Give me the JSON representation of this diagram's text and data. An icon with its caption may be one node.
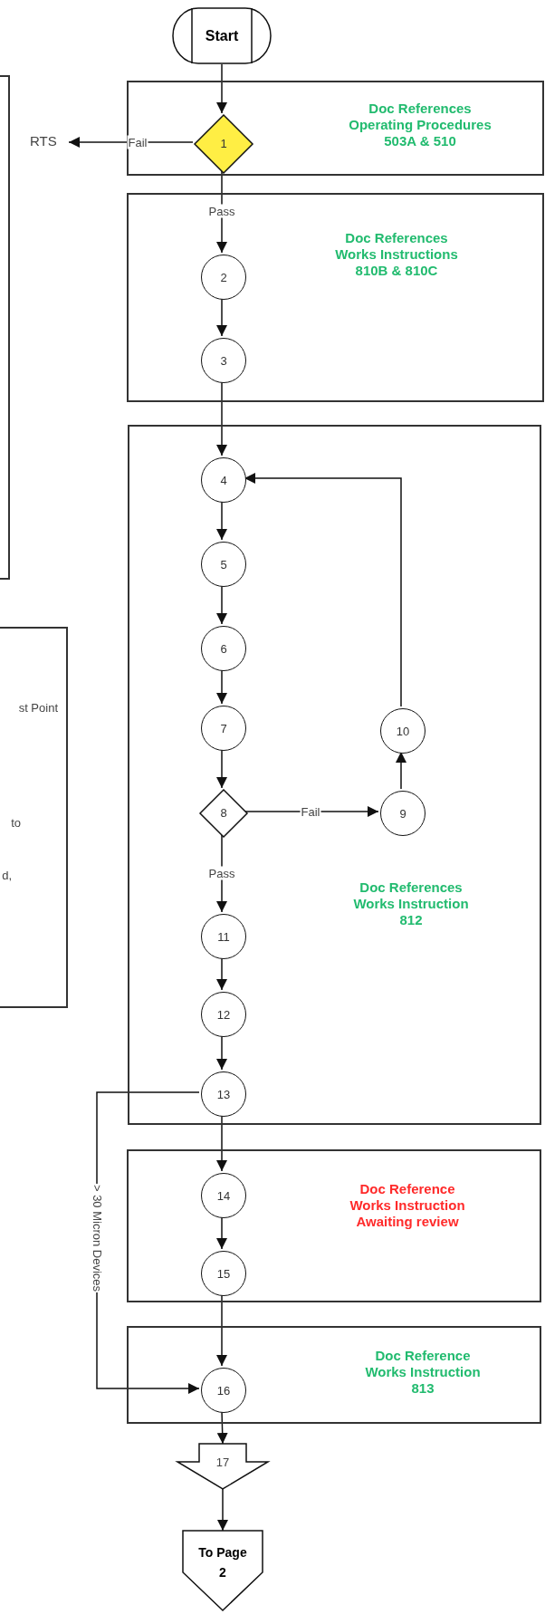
{
  "diagram": {
    "nodes": [
      {
        "text": [
          "Start"
        ]
      },
      {
        "text": [
          "Doc References Operating Procedures 503A & 510"
        ]
      },
      {
        "text": [
          "1"
        ],
        "in": 1
      },
      {
        "text": [
          "Doc References Works Instructions 810B & 810C"
        ]
      },
      {
        "text": [
          "2"
        ],
        "in": 3
      },
      {
        "text": [
          "3"
        ],
        "in": 3
      },
      {
        "text": [
          "Doc References Works Instruction 812"
        ]
      },
      {
        "text": [
          "4"
        ],
        "in": 6
      },
      {
        "text": [
          "5"
        ],
        "in": 6
      },
      {
        "text": [
          "6"
        ],
        "in": 6
      },
      {
        "text": [
          "7"
        ],
        "in": 6
      },
      {
        "text": [
          "8"
        ],
        "in": 6
      },
      {
        "text": [
          "9"
        ],
        "in": 6
      },
      {
        "text": [
          "10"
        ],
        "in": 6
      },
      {
        "text": [
          "11"
        ],
        "in": 6
      },
      {
        "text": [
          "12"
        ],
        "in": 6
      },
      {
        "text": [
          "13"
        ],
        "in": 6
      },
      {
        "text": [
          "Doc Reference Works Instruction Awaiting review"
        ]
      },
      {
        "text": [
          "14"
        ],
        "in": 17
      },
      {
        "text": [
          "15"
        ],
        "in": 17
      },
      {
        "text": [
          "Doc Reference Works Instruction 813"
        ]
      },
      {
        "text": [
          "16"
        ],
        "in": 20
      },
      {
        "text": [
          "17"
        ]
      },
      {
        "text": [
          "To Page 2"
        ]
      },
      {
        "text": [
          "RTS"
        ]
      },
      {
        "text": [],
        "shape": "box"
      },
      {
        "text": [
          "st Point",
          "to",
          "d,"
        ]
      }
    ],
    "edges": [
      {
        "from": 0,
        "to": 2,
        "arrow": "to"
      },
      {
        "from": 2,
        "to": 24,
        "arrow": "to",
        "label": "Fail"
      },
      {
        "from": 2,
        "to": 4,
        "arrow": "to",
        "label": "Pass"
      },
      {
        "from": 4,
        "to": 5,
        "arrow": "to"
      },
      {
        "from": 5,
        "to": 7,
        "arrow": "to"
      },
      {
        "from": 7,
        "to": 8,
        "arrow": "to"
      },
      {
        "from": 8,
        "to": 9,
        "arrow": "to"
      },
      {
        "from": 9,
        "to": 10,
        "arrow": "to"
      },
      {
        "from": 10,
        "to": 11,
        "arrow": "to"
      },
      {
        "from": 11,
        "to": 12,
        "arrow": "to",
        "label": "Fail"
      },
      {
        "from": 12,
        "to": 13,
        "arrow": "to"
      },
      {
        "from": 13,
        "to": 7,
        "arrow": "to"
      },
      {
        "from": 11,
        "to": 14,
        "arrow": "to",
        "label": "Pass"
      },
      {
        "from": 14,
        "to": 15,
        "arrow": "to"
      },
      {
        "from": 15,
        "to": 16,
        "arrow": "to"
      },
      {
        "from": 16,
        "to": 18,
        "arrow": "to"
      },
      {
        "from": 18,
        "to": 19,
        "arrow": "to"
      },
      {
        "from": 19,
        "to": 21,
        "arrow": "to"
      },
      {
        "from": 16,
        "to": 21,
        "arrow": "to",
        "label": "> 30 Micron Devices"
      },
      {
        "from": 21,
        "to": 22,
        "arrow": "to"
      },
      {
        "from": 22,
        "to": 23,
        "arrow": "to"
      }
    ]
  }
}
